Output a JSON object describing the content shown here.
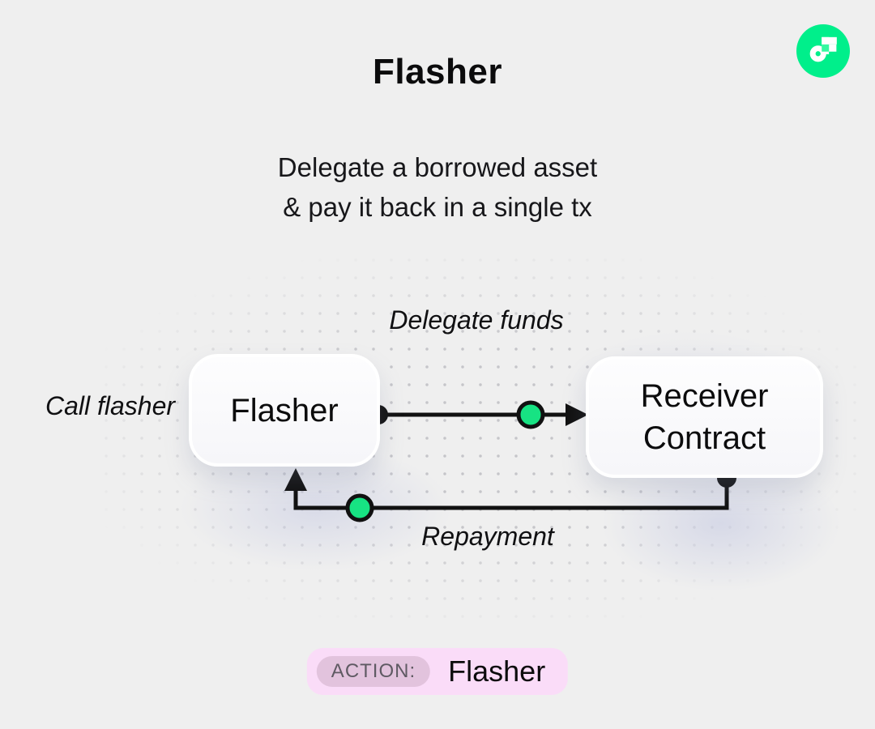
{
  "page": {
    "title": "Flasher",
    "subtitle_line1": "Delegate a borrowed asset",
    "subtitle_line2": "& pay it back in a single tx"
  },
  "logo": {
    "name": "flow-logo",
    "circle_color": "#00EF8B",
    "glyph_color": "#FFFFFF",
    "accent_square_color": "#35F8A0"
  },
  "diagram": {
    "nodes": [
      {
        "id": "flasher",
        "label": "Flasher"
      },
      {
        "id": "receiver",
        "label": "Receiver Contract"
      }
    ],
    "edges": [
      {
        "id": "delegate",
        "label": "Delegate funds",
        "from": "flasher",
        "to": "receiver"
      },
      {
        "id": "repayment",
        "label": "Repayment",
        "from": "receiver",
        "to": "flasher"
      }
    ],
    "side_label": "Call flasher",
    "line_color": "#111111",
    "token_color": "#17E383"
  },
  "footer": {
    "action_label": "ACTION:",
    "action_value": "Flasher",
    "badge_bg": "#FADCF8",
    "chip_bg": "#E2C3DD"
  }
}
